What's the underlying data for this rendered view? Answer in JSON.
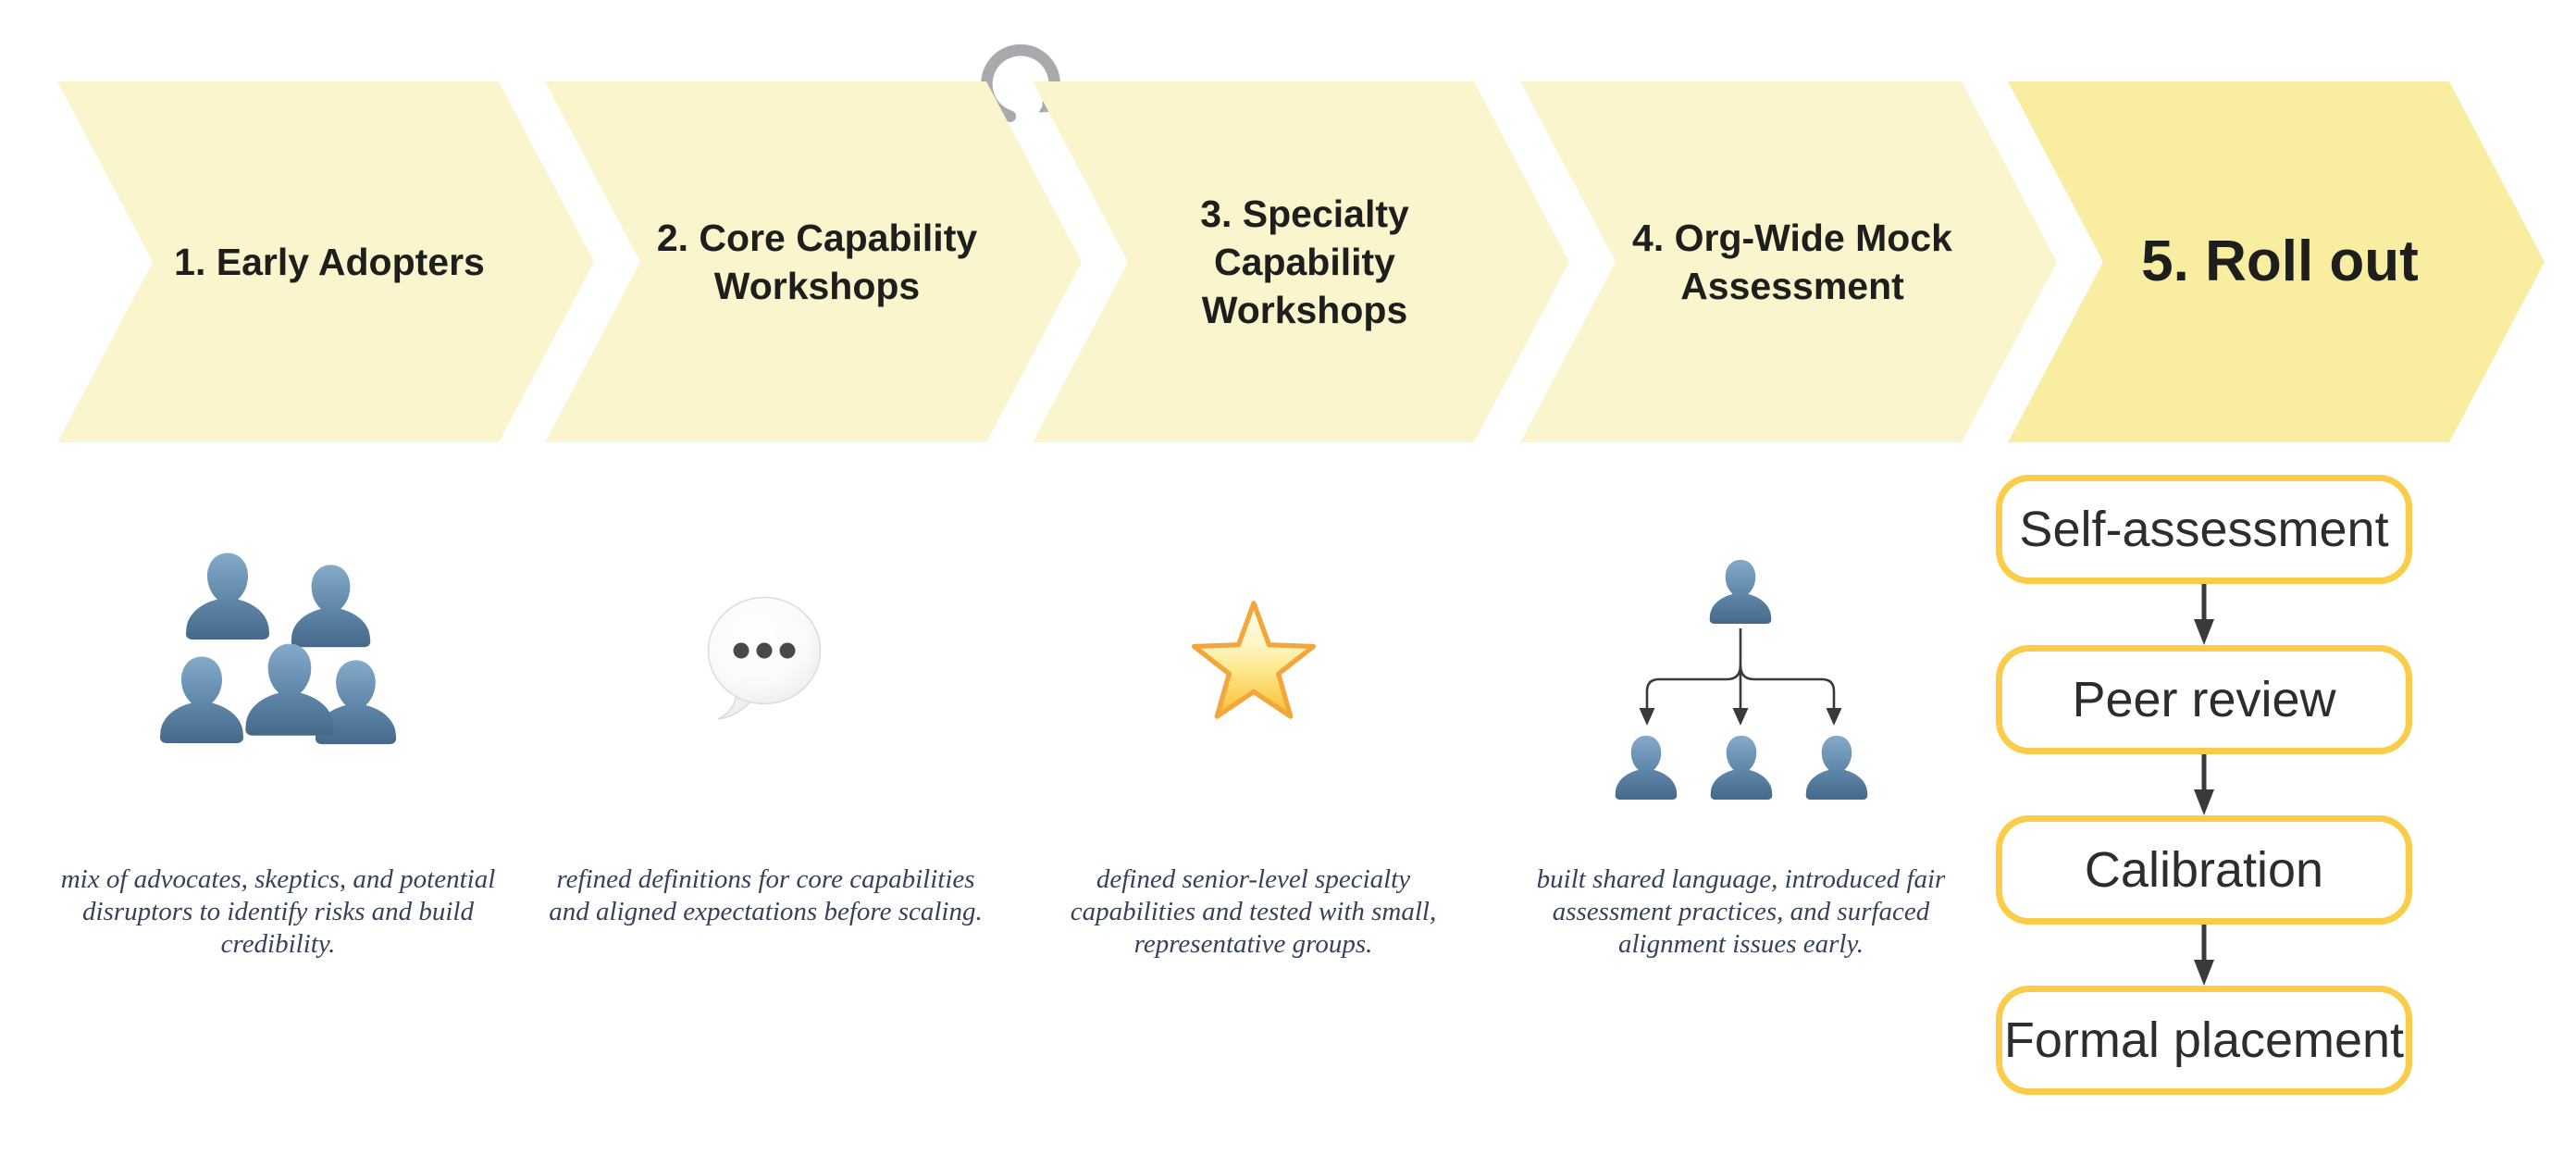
{
  "diagram": {
    "type": "five-stage-chevron-process",
    "stage_count": 5
  },
  "stages": [
    {
      "label": "1. Early Adopters",
      "icon": "people-group-icon",
      "description": "mix of advocates, skeptics, and potential\ndisruptors to identify risks and build\ncredibility."
    },
    {
      "label": "2. Core Capability\nWorkshops",
      "icon": "speech-bubble-icon",
      "description": "refined definitions for core capabilities\nand aligned expectations before scaling."
    },
    {
      "label": "3. Specialty Capability\nWorkshops",
      "icon": "star-icon",
      "description": "defined senior-level specialty\ncapabilities and tested with small,\nrepresentative groups."
    },
    {
      "label": "4. Org-Wide Mock\nAssessment",
      "icon": "org-chart-icon",
      "description": "built shared language, introduced fair\nassessment practices, and surfaced\nalignment issues early."
    },
    {
      "label": "5. Roll out"
    }
  ],
  "rollout_steps": [
    {
      "label": "Self-assessment"
    },
    {
      "label": "Peer review"
    },
    {
      "label": "Calibration"
    },
    {
      "label": "Formal placement"
    }
  ],
  "loop_icon": "loop-arrow-icon",
  "colors": {
    "background": "#FFFFFF",
    "chevron_fill": "#FBF5CD",
    "chevron_final_fill": "#F8EDA1",
    "heading_text": "#1E1E1C",
    "description_text": "#36425A",
    "rollout_box_border": "#FACC49",
    "rollout_box_text": "#2D2D2D",
    "flow_arrow": "#3A3A3A",
    "loop_arrow_gray": "#A8AAAD",
    "person_icon_blue_top": "#80A6C6",
    "person_icon_blue_bottom": "#47698A",
    "star_gold": "#FBBC33",
    "bubble_gray": "#EDEDEF"
  }
}
